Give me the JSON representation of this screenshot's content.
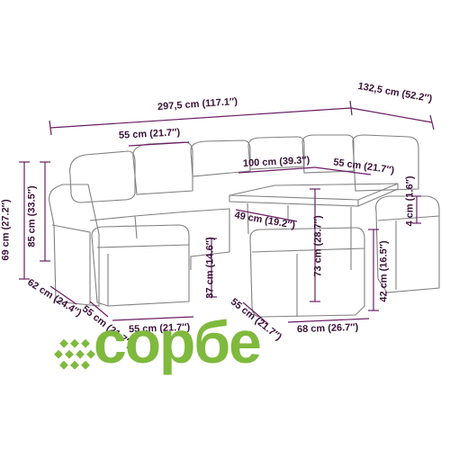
{
  "dimensions": {
    "total_length": "297,5 cm (117.1″)",
    "depth_right": "132,5 cm (52.2″)",
    "cushion_width": "55 cm (21.7″)",
    "table_length": "100 cm (39.3″)",
    "table_width": "55 cm (21.7″)",
    "armrest_extra": "4 cm (1.6″)",
    "table_small_depth": "49 cm (19.2″)",
    "table_height": "73 cm (28.7″)",
    "side_height": "42 cm (16.5″)",
    "seat_height": "69 cm (27.2″)",
    "back_height": "85 cm (33.5″)",
    "depth_left": "62 cm (24.4″)",
    "footstool_height": "37 cm (14.6″)",
    "footstool_depth": "55 cm (21.7″)",
    "footstool_width": "55 cm (21.7″)",
    "stool_depth": "55 cm (21.7″)",
    "stool_width": "68 cm (26.7″)"
  },
  "brand": {
    "logo_text": "сорбе",
    "logo_color": "#7fb93d",
    "dimension_line_color": "#6b1e66",
    "product_line_color": "#777777"
  }
}
